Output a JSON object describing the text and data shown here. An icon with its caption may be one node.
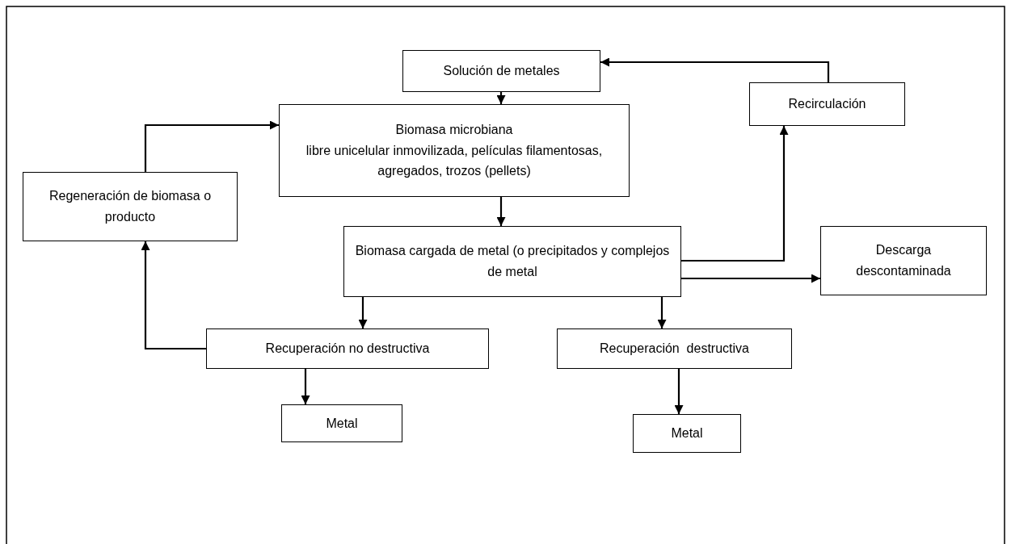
{
  "diagram": {
    "nodes": [
      {
        "text": [
          "Solución de metales"
        ]
      },
      {
        "text": [
          "Biomasa microbiana",
          "libre unicelular inmovilizada, películas filamentosas, agregados, trozos (pellets)"
        ]
      },
      {
        "text": [
          "Regeneración de biomasa o producto"
        ]
      },
      {
        "text": [
          "Recirculación"
        ]
      },
      {
        "text": [
          "Biomasa cargada de metal (o precipitados y complejos de metal"
        ]
      },
      {
        "text": [
          "Descarga descontaminada"
        ]
      },
      {
        "text": [
          "Recuperación no destructiva"
        ]
      },
      {
        "text": [
          "Recuperación  destructiva"
        ]
      },
      {
        "text": [
          "Metal"
        ]
      },
      {
        "text": [
          "Metal"
        ]
      }
    ],
    "edges": [
      {
        "from": 0,
        "to": 1,
        "arrow": "to"
      },
      {
        "from": 1,
        "to": 4,
        "arrow": "to"
      },
      {
        "from": 4,
        "to": 3,
        "arrow": "to"
      },
      {
        "from": 3,
        "to": 0,
        "arrow": "to"
      },
      {
        "from": 4,
        "to": 5,
        "arrow": "to"
      },
      {
        "from": 4,
        "to": 6,
        "arrow": "to"
      },
      {
        "from": 4,
        "to": 7,
        "arrow": "to"
      },
      {
        "from": 6,
        "to": 2,
        "arrow": "to"
      },
      {
        "from": 2,
        "to": 1,
        "arrow": "to"
      },
      {
        "from": 6,
        "to": 8,
        "arrow": "to"
      },
      {
        "from": 7,
        "to": 9,
        "arrow": "to"
      }
    ]
  }
}
